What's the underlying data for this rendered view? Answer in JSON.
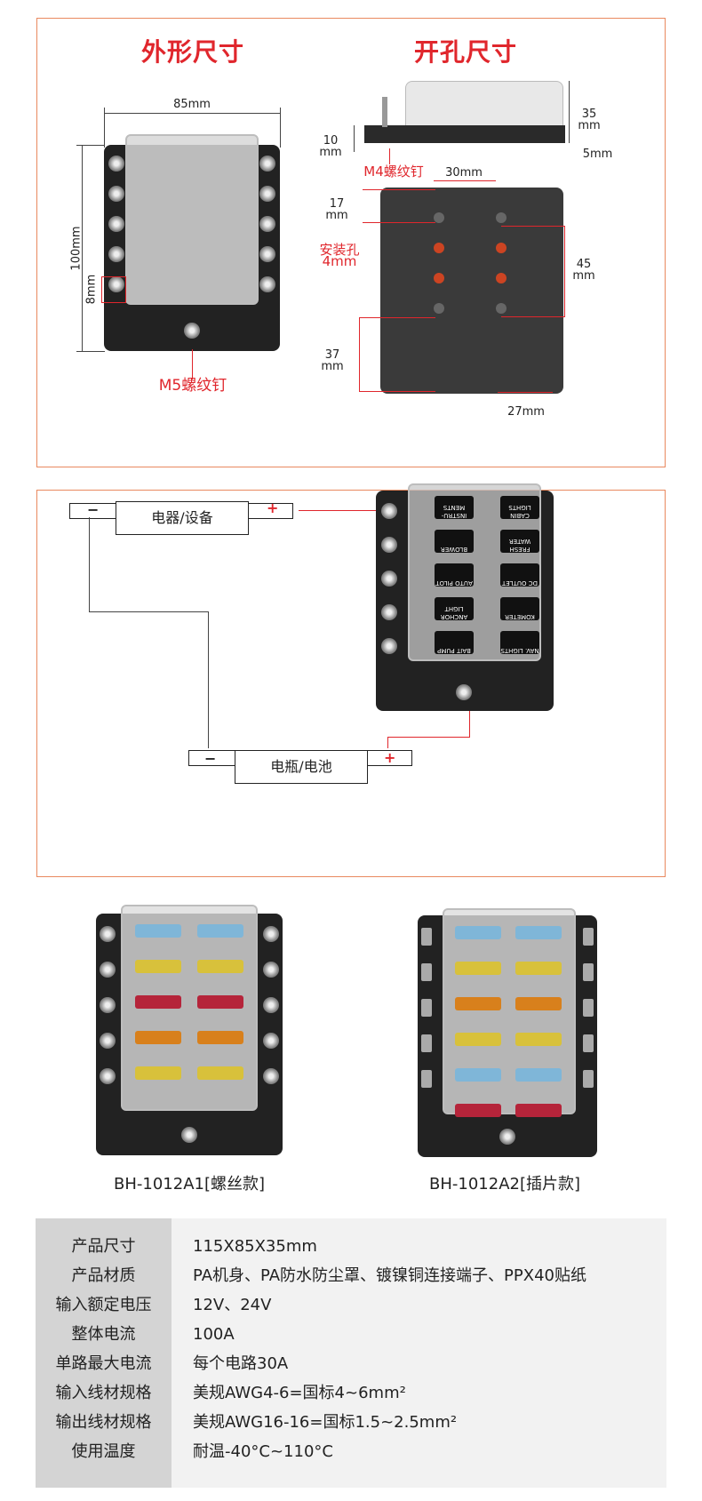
{
  "panel1": {
    "heading_left": "外形尺寸",
    "heading_right": "开孔尺寸",
    "dim_width": "85mm",
    "dim_height": "100mm",
    "dim_terminal": "8mm",
    "label_m5": "M5螺纹钉",
    "dim_35": "35",
    "dim_35_unit": "mm",
    "dim_10": "10",
    "dim_10_unit": "mm",
    "dim_5": "5mm",
    "label_m4": "M4螺纹钉",
    "dim_30": "30mm",
    "dim_17": "17",
    "dim_17_unit": "mm",
    "label_hole": "安装孔",
    "label_hole_size": "4mm",
    "dim_45": "45",
    "dim_45_unit": "mm",
    "dim_37": "37",
    "dim_37_unit": "mm",
    "dim_27": "27mm"
  },
  "panel2": {
    "device_box": "电器/设备",
    "battery_box": "电瓶/电池",
    "minus": "−",
    "plus": "+",
    "fuse_labels": [
      "INSTRU-MENTS",
      "CABIN LIGHTS",
      "BLOWER",
      "FRESH WATER",
      "AUTO PILOT",
      "DC OUTLET",
      "ANCHOR LIGHT",
      "KOMETER",
      "BAIT PUMP",
      "NAV. LIGHTS"
    ]
  },
  "models": [
    {
      "caption": "BH-1012A1[螺丝款]"
    },
    {
      "caption": "BH-1012A2[插片款]"
    }
  ],
  "colors": {
    "accent_red": "#e0262c",
    "border_orange": "#e9895f",
    "fuse_blue": "#7fb6d8",
    "fuse_yellow": "#d8c13b",
    "fuse_red": "#b5243a",
    "fuse_orange": "#d8801c"
  },
  "specs": [
    {
      "label": "产品尺寸",
      "value": "115X85X35mm"
    },
    {
      "label": "产品材质",
      "value": "PA机身、PA防水防尘罩、镀镍铜连接端子、PPX40贴纸"
    },
    {
      "label": "输入额定电压",
      "value": "12V、24V"
    },
    {
      "label": "整体电流",
      "value": "100A"
    },
    {
      "label": "单路最大电流",
      "value": "每个电路30A"
    },
    {
      "label": "输入线材规格",
      "value": "美规AWG4-6=国标4~6mm²"
    },
    {
      "label": "输出线材规格",
      "value": "美规AWG16-16=国标1.5~2.5mm²"
    },
    {
      "label": "使用温度",
      "value": "耐温-40°C~110°C"
    }
  ]
}
